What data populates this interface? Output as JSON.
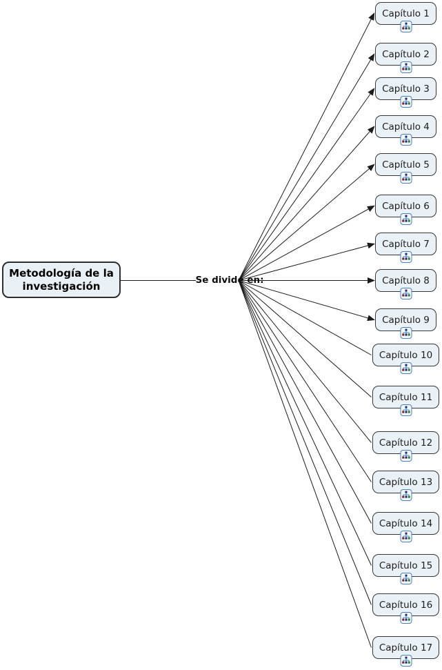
{
  "diagram": {
    "root_node": {
      "label": "Metodología de la investigación"
    },
    "linking_phrase": {
      "label": "Se divide en:"
    },
    "chapters": [
      {
        "label": "Capítulo 1",
        "has_arrowhead": true
      },
      {
        "label": "Capítulo 2",
        "has_arrowhead": true
      },
      {
        "label": "Capítulo 3",
        "has_arrowhead": true
      },
      {
        "label": "Capítulo 4",
        "has_arrowhead": true
      },
      {
        "label": "Capítulo 5",
        "has_arrowhead": true
      },
      {
        "label": "Capítulo 6",
        "has_arrowhead": true
      },
      {
        "label": "Capítulo 7",
        "has_arrowhead": true
      },
      {
        "label": "Capítulo 8",
        "has_arrowhead": true
      },
      {
        "label": "Capítulo 9",
        "has_arrowhead": true
      },
      {
        "label": "Capítulo 10",
        "has_arrowhead": false
      },
      {
        "label": "Capítulo 11",
        "has_arrowhead": false
      },
      {
        "label": "Capítulo 12",
        "has_arrowhead": false
      },
      {
        "label": "Capítulo 13",
        "has_arrowhead": false
      },
      {
        "label": "Capítulo 14",
        "has_arrowhead": false
      },
      {
        "label": "Capítulo 15",
        "has_arrowhead": false
      },
      {
        "label": "Capítulo 16",
        "has_arrowhead": false
      },
      {
        "label": "Capítulo 17",
        "has_arrowhead": false
      }
    ],
    "chapter_icon": "hierarchy-icon",
    "colors": {
      "background": "#ffffff",
      "node_fill": "#ebf2f7",
      "node_border": "#363636",
      "connector": "#1b1b1b",
      "icon_border": "#4a7ebb",
      "icon_fill": "#f4f8fd",
      "icon_square_navy": "#1b2f66",
      "icon_square_maroon": "#7a1f1f",
      "icon_square_green": "#2e7d32"
    }
  }
}
